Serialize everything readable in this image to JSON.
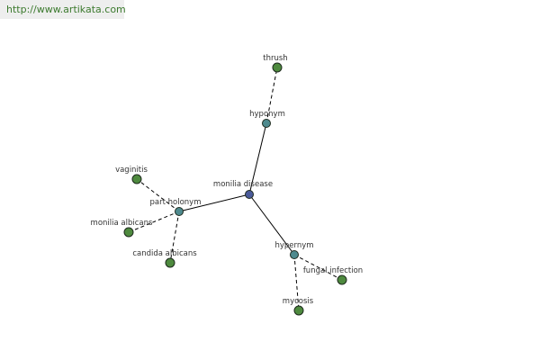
{
  "header": {
    "source_url": "http://www.artikata.com"
  },
  "colors": {
    "background": "#ffffff",
    "root_node": "#4a5a9a",
    "relation_node": "#4e8a8e",
    "leaf_node": "#4e8a3e",
    "node_stroke": "#1e2a1e",
    "edge": "#000000",
    "link_text": "#3c7a2e"
  },
  "graph": {
    "nodes": [
      {
        "id": "monilia_disease",
        "label": "monilia disease",
        "kind": "root"
      },
      {
        "id": "hyponym",
        "label": "hyponym",
        "kind": "relation"
      },
      {
        "id": "hypernym",
        "label": "hypernym",
        "kind": "relation"
      },
      {
        "id": "part_holonym",
        "label": "part holonym",
        "kind": "relation"
      },
      {
        "id": "thrush",
        "label": "thrush",
        "kind": "leaf"
      },
      {
        "id": "fungal_infection",
        "label": "fungal infection",
        "kind": "leaf"
      },
      {
        "id": "mycosis",
        "label": "mycosis",
        "kind": "leaf"
      },
      {
        "id": "vaginitis",
        "label": "vaginitis",
        "kind": "leaf"
      },
      {
        "id": "monilia_albicans",
        "label": "monilia albicans",
        "kind": "leaf"
      },
      {
        "id": "candida_albicans",
        "label": "candida albicans",
        "kind": "leaf"
      }
    ],
    "edges": [
      {
        "from": "monilia_disease",
        "to": "hyponym",
        "style": "solid"
      },
      {
        "from": "monilia_disease",
        "to": "hypernym",
        "style": "solid"
      },
      {
        "from": "monilia_disease",
        "to": "part_holonym",
        "style": "solid"
      },
      {
        "from": "hyponym",
        "to": "thrush",
        "style": "dashed"
      },
      {
        "from": "hypernym",
        "to": "fungal_infection",
        "style": "dashed"
      },
      {
        "from": "hypernym",
        "to": "mycosis",
        "style": "dashed"
      },
      {
        "from": "part_holonym",
        "to": "vaginitis",
        "style": "dashed"
      },
      {
        "from": "part_holonym",
        "to": "monilia_albicans",
        "style": "dashed"
      },
      {
        "from": "part_holonym",
        "to": "candida_albicans",
        "style": "dashed"
      }
    ]
  }
}
